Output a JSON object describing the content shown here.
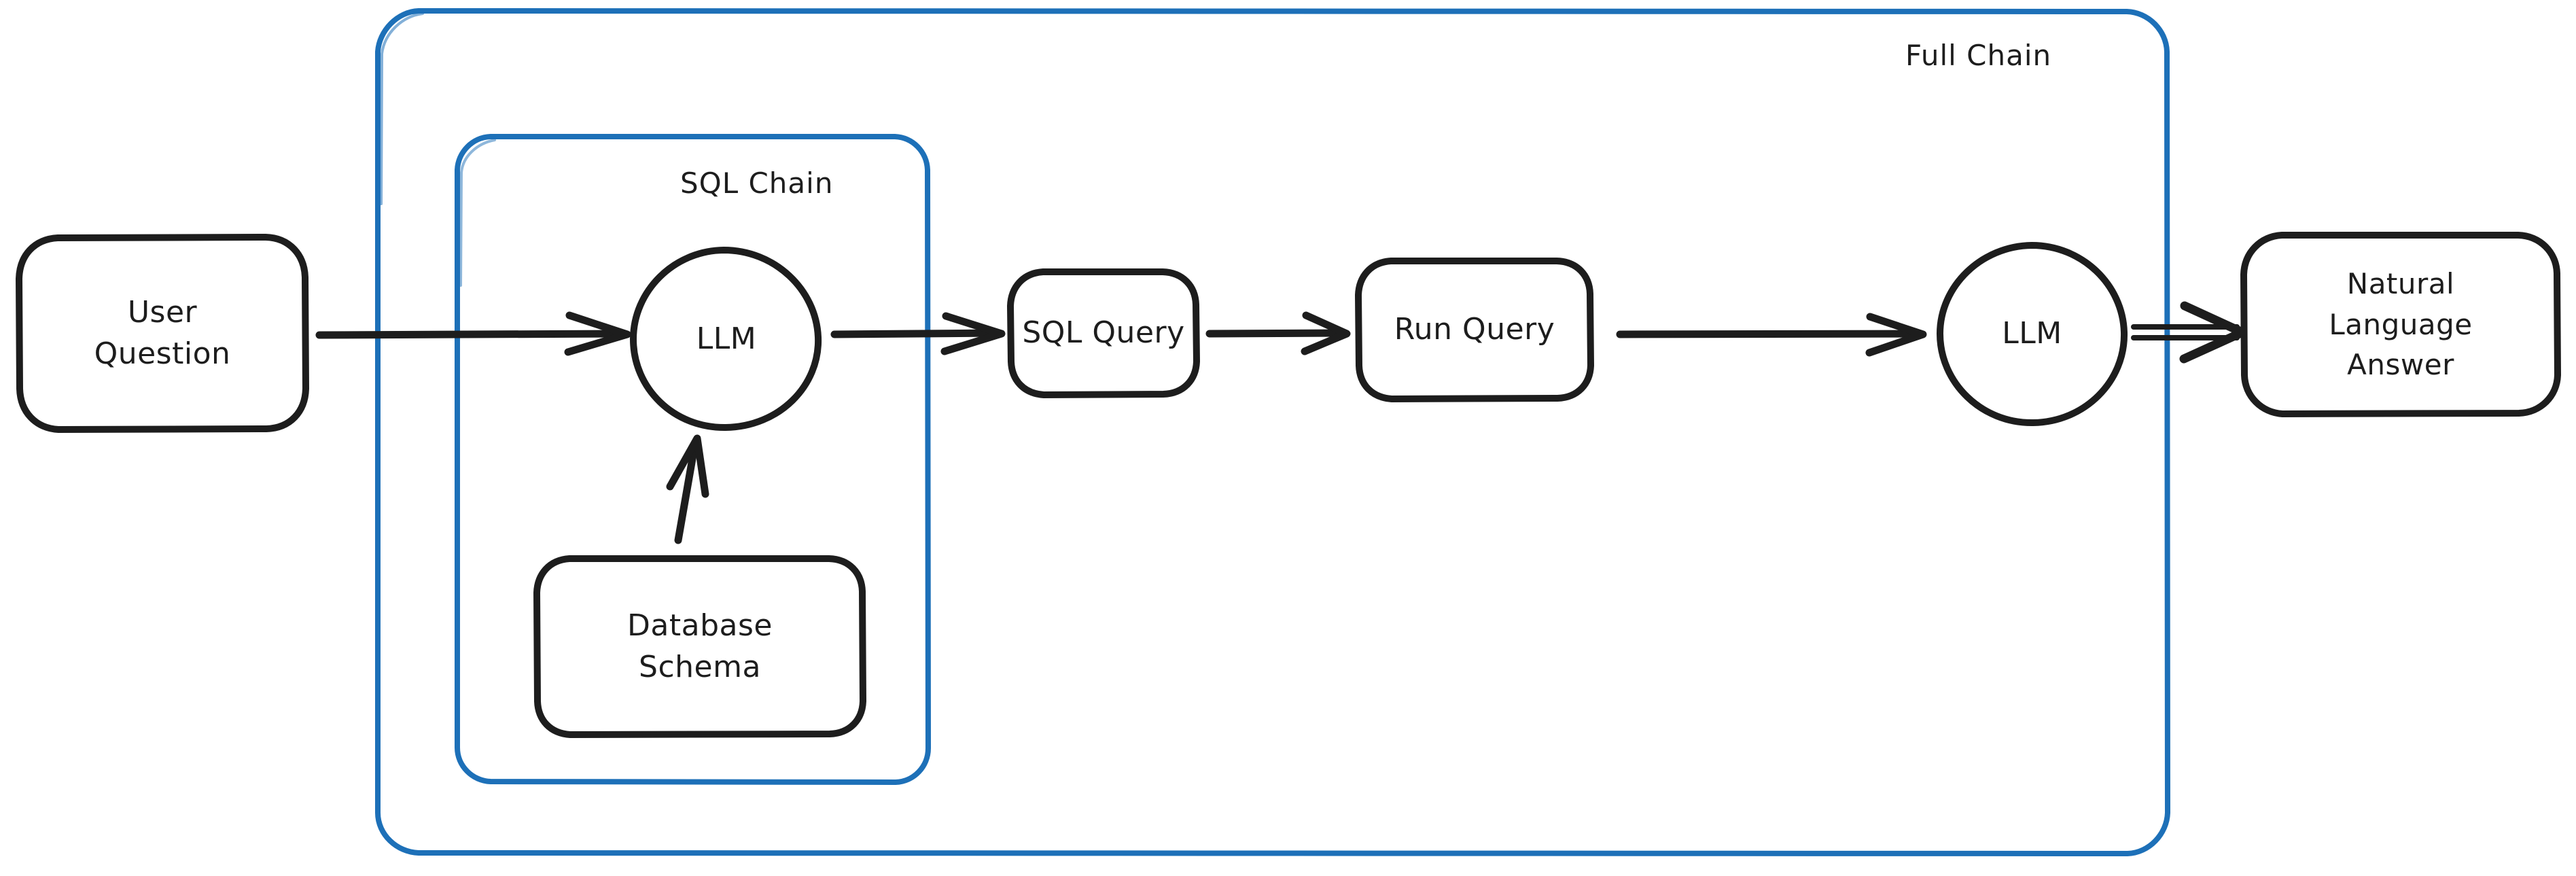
{
  "diagram": {
    "title": "SQL Chain / Full Chain pipeline",
    "style": "hand-drawn whiteboard sketch",
    "background_color": "#ffffff",
    "stroke_color": "#1d1d1d",
    "accent_color": "#1d70b8",
    "groups": [
      {
        "id": "full-chain",
        "label": "Full Chain",
        "color": "#1d70b8",
        "label_position": "top-right"
      },
      {
        "id": "sql-chain",
        "label": "SQL Chain",
        "color": "#1d70b8",
        "label_position": "top-right"
      }
    ],
    "nodes": [
      {
        "id": "user-question",
        "label": "User\nQuestion",
        "shape": "rounded-rect",
        "group": null
      },
      {
        "id": "llm-1",
        "label": "LLM",
        "shape": "circle",
        "group": "sql-chain"
      },
      {
        "id": "database-schema",
        "label": "Database\nSchema",
        "shape": "rounded-rect",
        "group": "sql-chain"
      },
      {
        "id": "sql-query",
        "label": "SQL Query",
        "shape": "rounded-rect",
        "group": "full-chain"
      },
      {
        "id": "run-query",
        "label": "Run Query",
        "shape": "rounded-rect",
        "group": "full-chain"
      },
      {
        "id": "llm-2",
        "label": "LLM",
        "shape": "circle",
        "group": "full-chain"
      },
      {
        "id": "natural-answer",
        "label": "Natural\nLanguage\nAnswer",
        "shape": "rounded-rect",
        "group": null
      }
    ],
    "edges": [
      {
        "id": "edge-question-to-llm1",
        "from": "user-question",
        "to": "llm-1",
        "direction": "right"
      },
      {
        "id": "edge-schema-to-llm1",
        "from": "database-schema",
        "to": "llm-1",
        "direction": "up"
      },
      {
        "id": "edge-llm1-to-sqlquery",
        "from": "llm-1",
        "to": "sql-query",
        "direction": "right"
      },
      {
        "id": "edge-sqlquery-to-run",
        "from": "sql-query",
        "to": "run-query",
        "direction": "right"
      },
      {
        "id": "edge-run-to-llm2",
        "from": "run-query",
        "to": "llm-2",
        "direction": "right"
      },
      {
        "id": "edge-llm2-to-answer",
        "from": "llm-2",
        "to": "natural-answer",
        "direction": "right"
      }
    ]
  }
}
